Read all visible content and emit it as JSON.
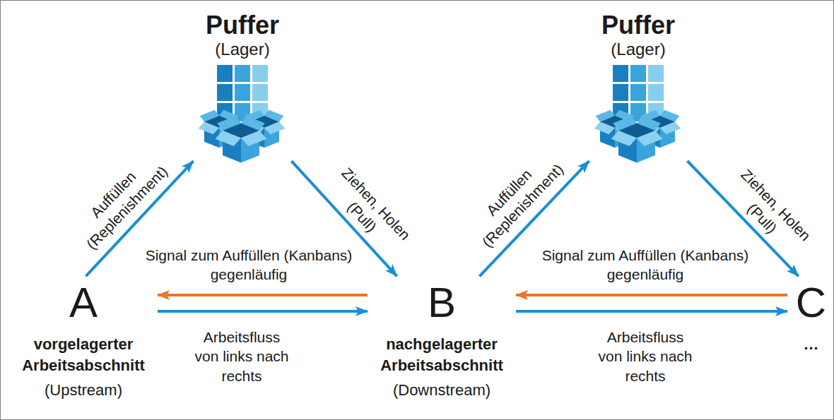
{
  "diagram": {
    "nodes": [
      {
        "text": [
          "A",
          "vorgelagerter Arbeitsabschnitt",
          "(Upstream)"
        ]
      },
      {
        "text": [
          "Puffer",
          "(Lager)"
        ]
      },
      {
        "text": [
          "B",
          "nachgelagerter Arbeitsabschnitt",
          "(Downstream)"
        ]
      },
      {
        "text": [
          "Puffer",
          "(Lager)"
        ]
      },
      {
        "text": [
          "C",
          "…"
        ]
      }
    ],
    "edges": [
      {
        "from": 0,
        "to": 1,
        "label": "Auffüllen (Replenishment)",
        "arrow": "to"
      },
      {
        "from": 1,
        "to": 2,
        "label": "Ziehen, Holen (Pull)",
        "arrow": "to"
      },
      {
        "from": 2,
        "to": 0,
        "label": "Signal zum Auffüllen (Kanbans) gegenläufig",
        "arrow": "to"
      },
      {
        "from": 0,
        "to": 2,
        "label": "Arbeitsfluss von links nach rechts",
        "arrow": "to"
      },
      {
        "from": 2,
        "to": 3,
        "label": "Auffüllen (Replenishment)",
        "arrow": "to"
      },
      {
        "from": 3,
        "to": 4,
        "label": "Ziehen, Holen (Pull)",
        "arrow": "to"
      },
      {
        "from": 4,
        "to": 2,
        "label": "Signal zum Auffüllen (Kanbans) gegenläufig",
        "arrow": "to"
      },
      {
        "from": 2,
        "to": 4,
        "label": "Arbeitsfluss von links nach rechts",
        "arrow": "to"
      }
    ]
  }
}
